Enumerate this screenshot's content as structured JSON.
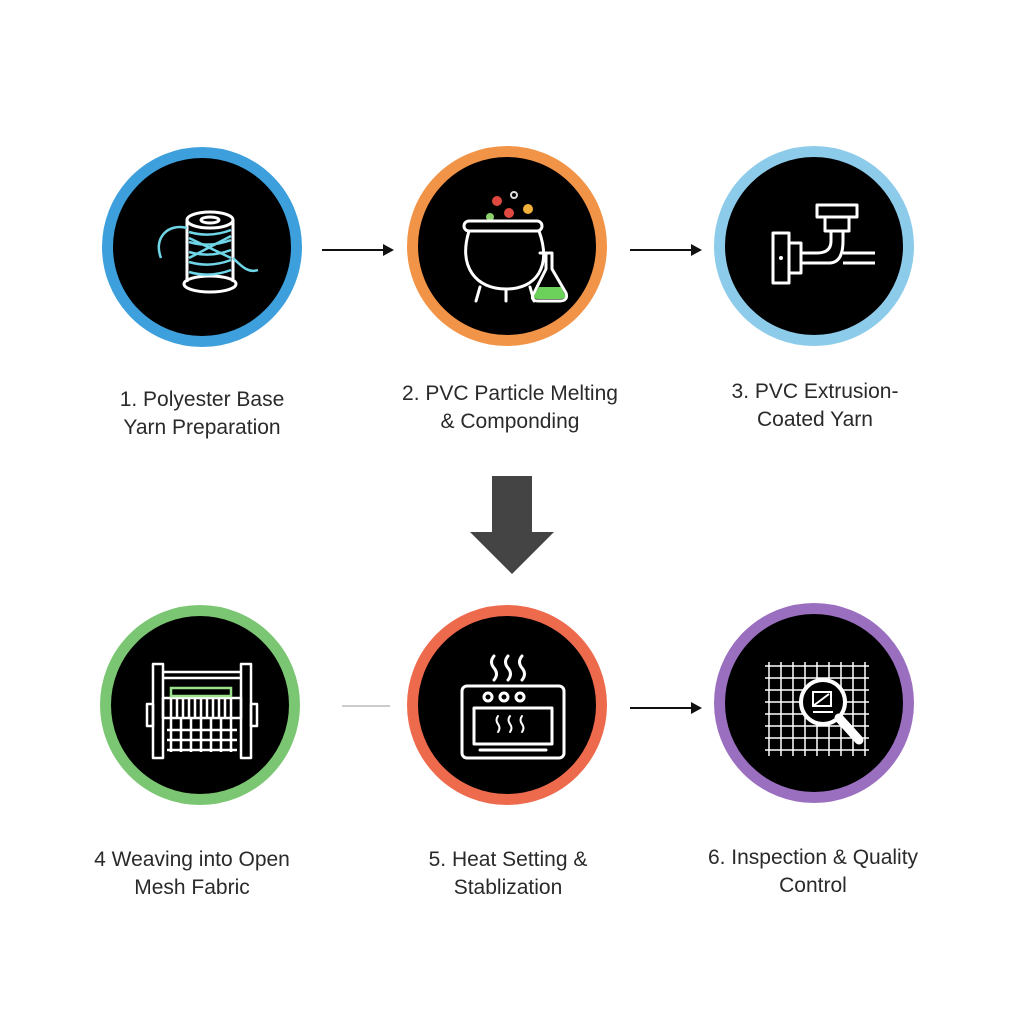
{
  "steps": [
    {
      "number": "1.",
      "label": "Polyester Base\nYarn Preparation",
      "icon": "yarn-spool-icon",
      "color": "#3d9fdc"
    },
    {
      "number": "2.",
      "label": "PVC Particle Melting\n& Componding",
      "icon": "cauldron-flask-icon",
      "color": "#f29447"
    },
    {
      "number": "3.",
      "label": "PVC Extrusion-\nCoated Yarn",
      "icon": "extruder-icon",
      "color": "#8ccbea"
    },
    {
      "number": "4",
      "label": "Weaving into Open\nMesh Fabric",
      "icon": "loom-icon",
      "color": "#7bc672"
    },
    {
      "number": "5.",
      "label": "Heat Setting &\nStablization",
      "icon": "oven-icon",
      "color": "#ee6a4d"
    },
    {
      "number": "6.",
      "label": "Inspection & Quality\nControl",
      "icon": "magnifier-grid-icon",
      "color": "#9b6fbf"
    }
  ]
}
